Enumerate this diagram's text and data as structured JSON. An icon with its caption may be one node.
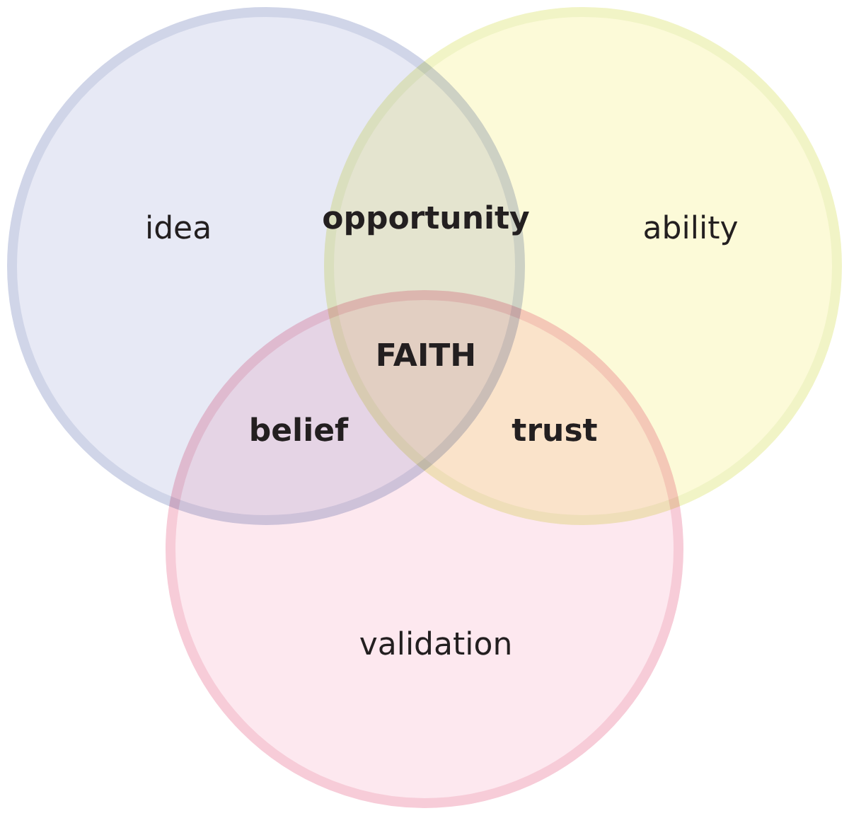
{
  "diagram": {
    "nodes": [
      {
        "text": [
          "idea"
        ]
      },
      {
        "text": [
          "ability"
        ]
      },
      {
        "text": [
          "validation"
        ]
      }
    ],
    "labels": [
      "opportunity",
      "FAITH",
      "belief",
      "trust"
    ]
  }
}
